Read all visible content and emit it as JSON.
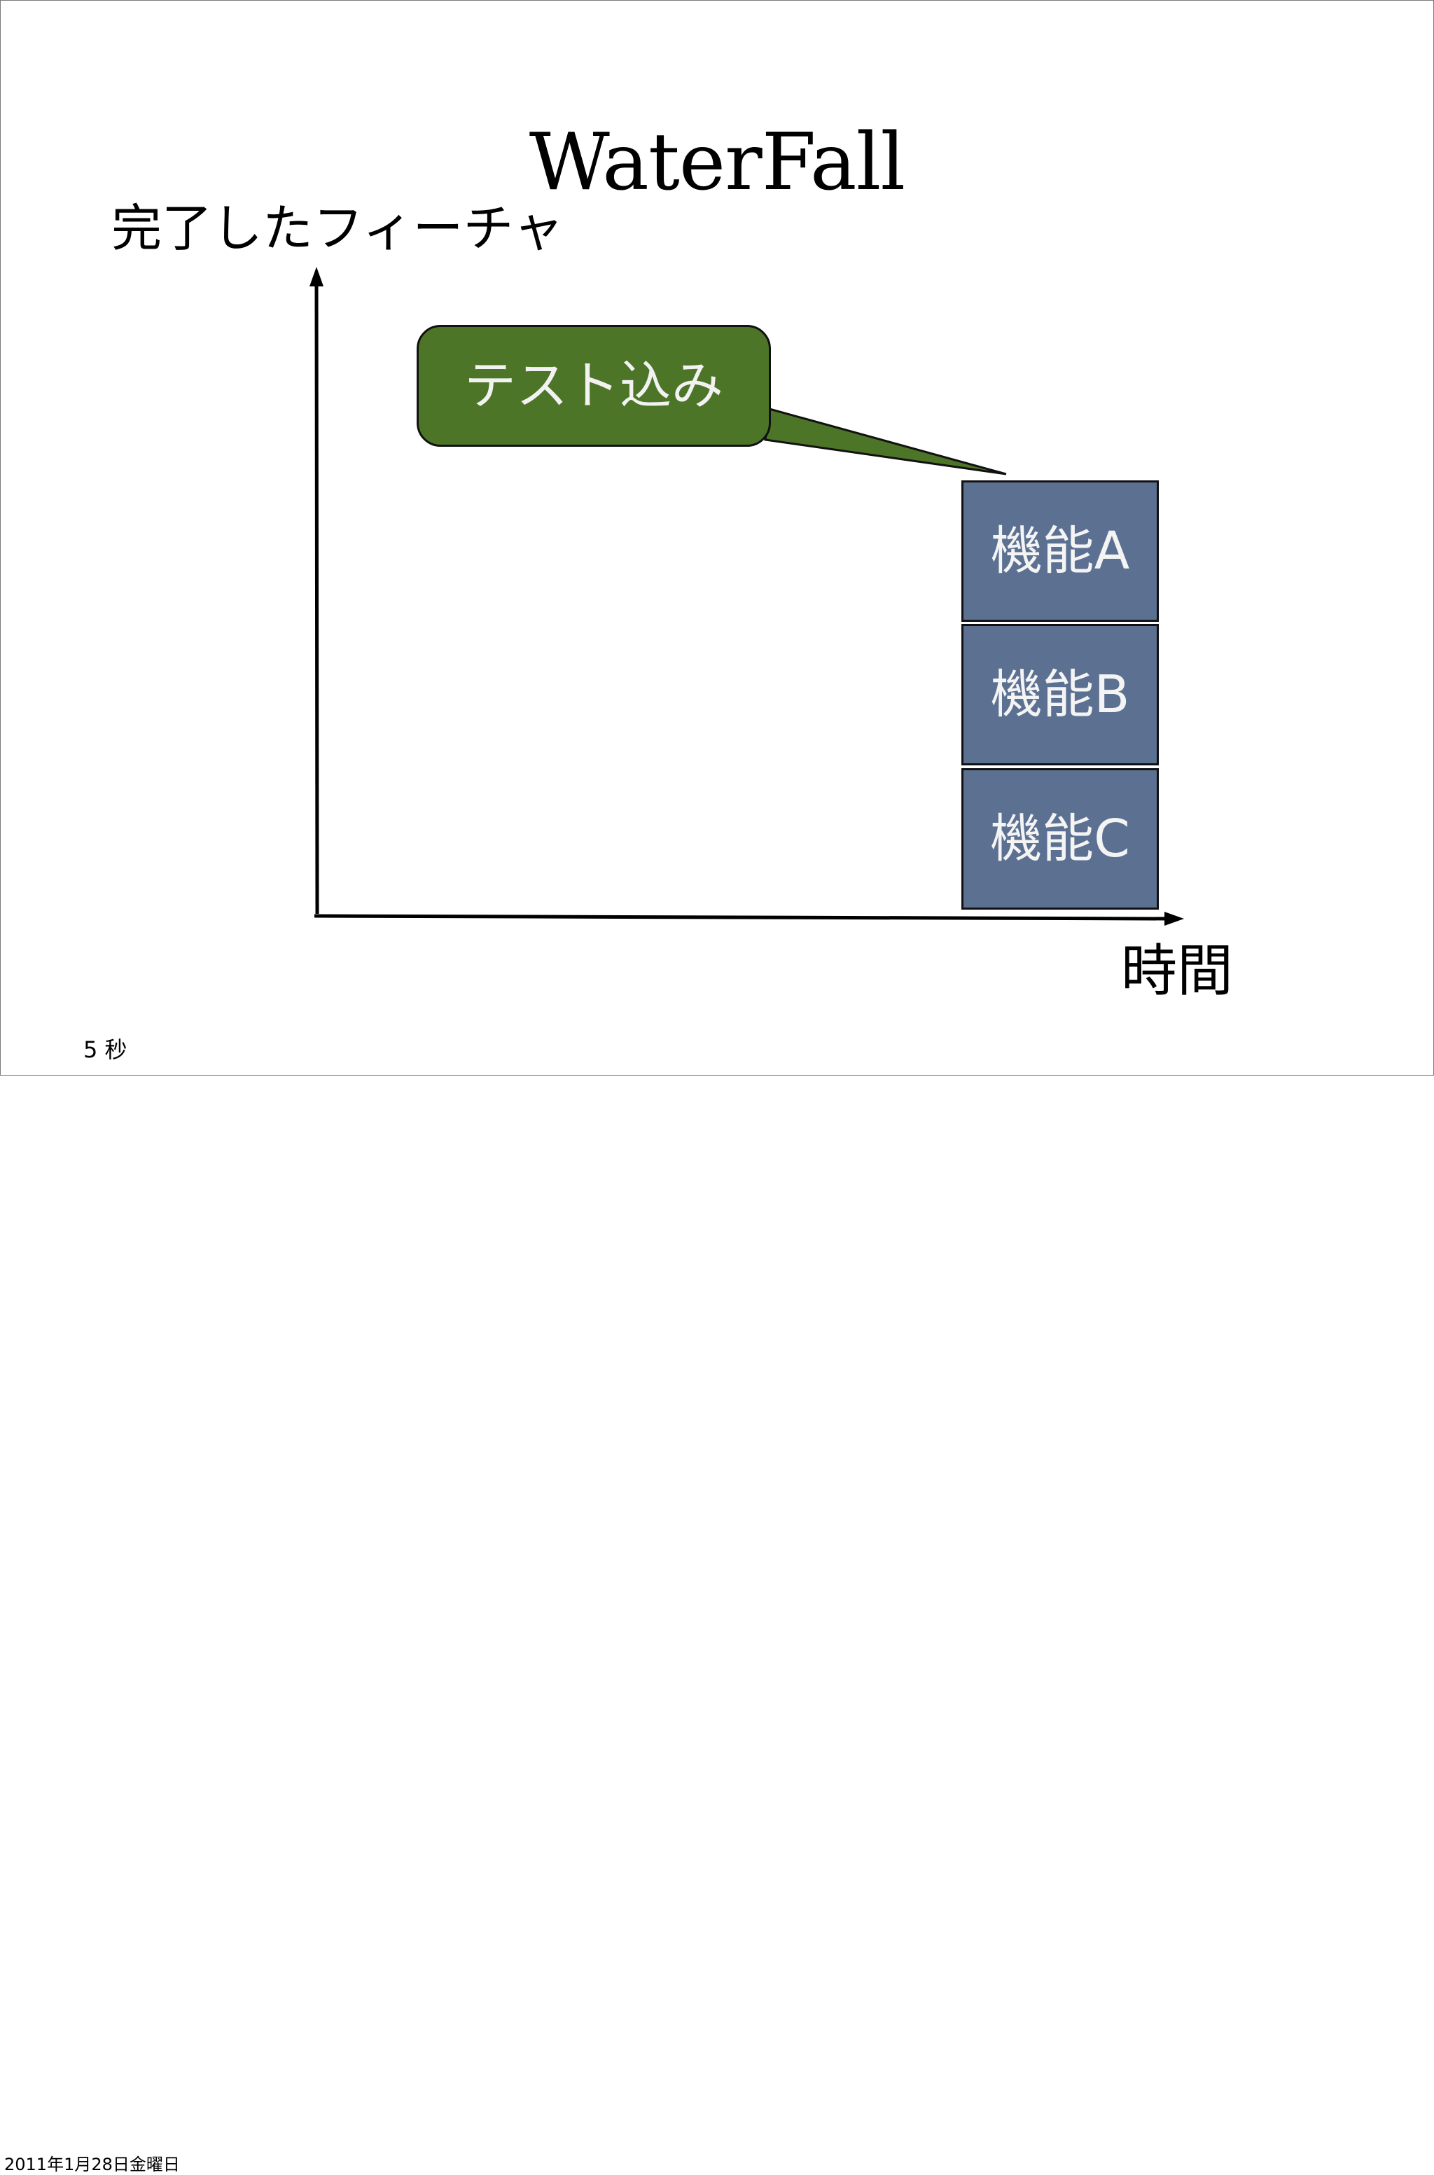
{
  "slide": {
    "title": "WaterFall",
    "y_axis_label": "完了したフィーチャ",
    "x_axis_label": "時間",
    "callout": "テスト込み",
    "features": [
      {
        "label": "機能A"
      },
      {
        "label": "機能B"
      },
      {
        "label": "機能C"
      }
    ],
    "duration": "5 秒"
  },
  "footer": {
    "date": "2011年1月28日金曜日"
  },
  "colors": {
    "callout_fill": "#4d7527",
    "feature_fill": "#5c7192",
    "axis": "#000000"
  }
}
